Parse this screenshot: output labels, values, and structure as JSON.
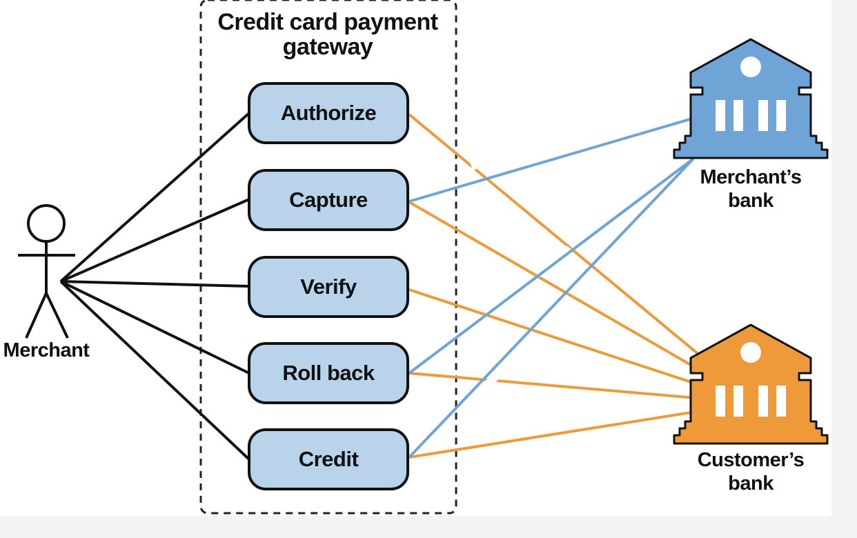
{
  "gateway": {
    "title_line1": "Credit card payment",
    "title_line2": "gateway",
    "use_cases": [
      "Authorize",
      "Capture",
      "Verify",
      "Roll back",
      "Credit"
    ]
  },
  "actors": {
    "merchant": "Merchant",
    "merchants_bank_line1": "Merchant’s",
    "merchants_bank_line2": "bank",
    "customers_bank_line1": "Customer’s",
    "customers_bank_line2": "bank"
  },
  "colors": {
    "usecase_fill": "#b9d3ea",
    "merchants_bank": "#6ea5d6",
    "customers_bank": "#ee9a3a",
    "merchant_link": "#111111",
    "merchants_bank_link": "#6ea5d6",
    "customers_bank_link": "#ee9a3a"
  },
  "icons": {
    "merchant": "stick-figure-icon",
    "merchants_bank": "bank-building-icon",
    "customers_bank": "bank-building-icon"
  }
}
